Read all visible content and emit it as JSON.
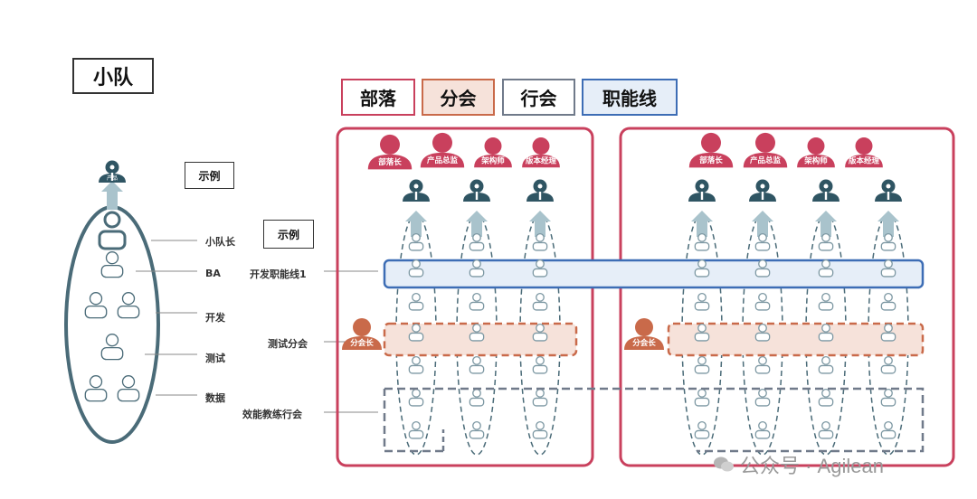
{
  "title": "小队",
  "legend": {
    "tribe": "部落",
    "chapter": "分会",
    "guild": "行会",
    "function_line": "职能线"
  },
  "example_labels": [
    "示例",
    "示例"
  ],
  "squad_roles": [
    "小队长",
    "BA",
    "开发",
    "测试",
    "数据"
  ],
  "squad_top_person": "产品",
  "tribe_roles": [
    "部落长",
    "产品总监",
    "架构师",
    "版本经理"
  ],
  "chapter_lead": "分会长",
  "annotations": {
    "function_line": "开发职能线1",
    "chapter": "测试分会",
    "guild": "效能教练行会"
  },
  "colors": {
    "tribe": "#c9405d",
    "chapter": "#c96a4a",
    "chapter_fill": "#f6e2da",
    "function_line": "#3d6db5",
    "function_fill": "#e6eef8",
    "guild": "#707a8a",
    "squad": "#4a6b78"
  },
  "watermark": "公众号 · Agilean"
}
